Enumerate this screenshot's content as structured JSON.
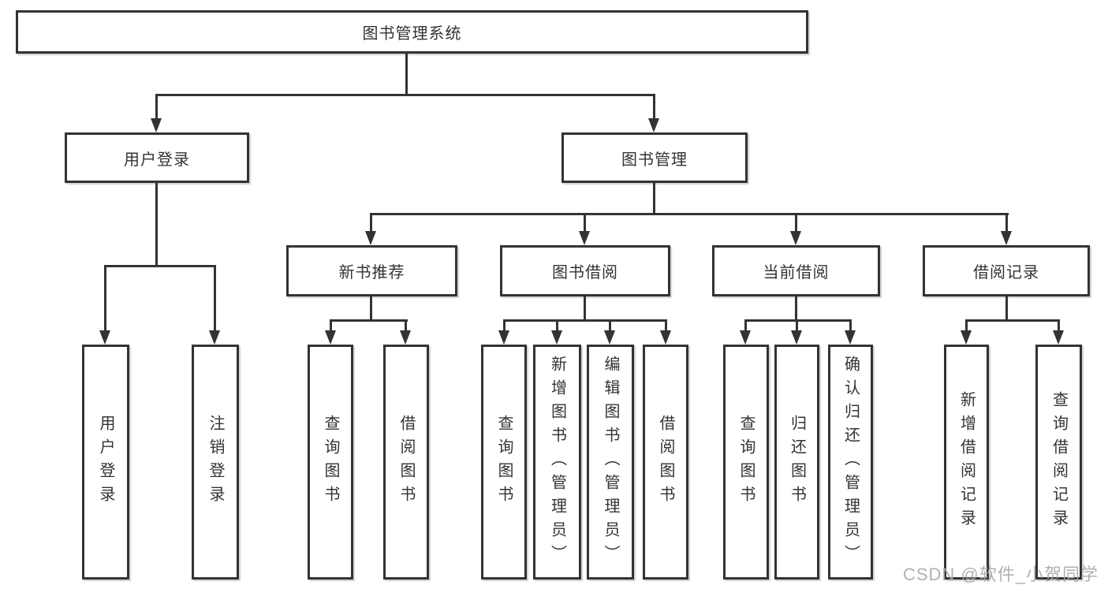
{
  "diagram": {
    "root": {
      "label": "图书管理系统"
    },
    "branches": [
      {
        "label": "用户登录",
        "children": [
          {
            "label": "用户登录"
          },
          {
            "label": "注销登录"
          }
        ]
      },
      {
        "label": "图书管理",
        "children": [
          {
            "label": "新书推荐",
            "children": [
              {
                "label": "查询图书"
              },
              {
                "label": "借阅图书"
              }
            ]
          },
          {
            "label": "图书借阅",
            "children": [
              {
                "label": "查询图书"
              },
              {
                "label": "新增图书（管理员）"
              },
              {
                "label": "编辑图书（管理员）"
              },
              {
                "label": "借阅图书"
              }
            ]
          },
          {
            "label": "当前借阅",
            "children": [
              {
                "label": "查询图书"
              },
              {
                "label": "归还图书"
              },
              {
                "label": "确认归还（管理员）"
              }
            ]
          },
          {
            "label": "借阅记录",
            "children": [
              {
                "label": "新增借阅记录"
              },
              {
                "label": "查询借阅记录"
              }
            ]
          }
        ]
      }
    ]
  },
  "watermark": {
    "text": "CSDN @软件_小贺同学"
  },
  "colors": {
    "line": "#333333",
    "box_border": "#333333",
    "box_fill": "#ffffff",
    "text": "#333333",
    "watermark": "#a9a9a9",
    "background": "#ffffff"
  }
}
